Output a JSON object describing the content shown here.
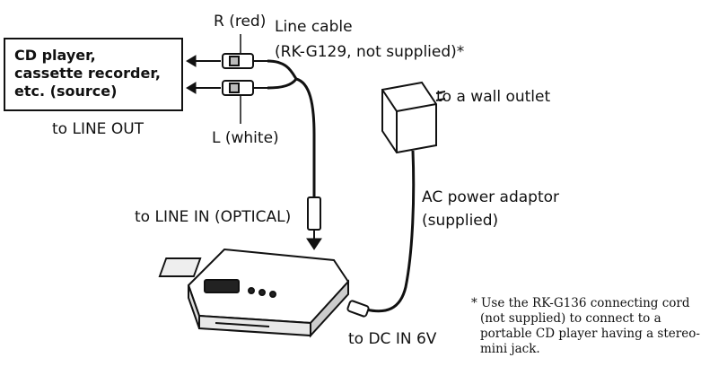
{
  "source_box": {
    "lines": [
      "CD player,",
      "cassette recorder,",
      "etc. (source)"
    ]
  },
  "labels": {
    "line_out": "to LINE OUT",
    "plug_red": "R (red)",
    "plug_white": "L (white)",
    "line_cable_title": "Line cable",
    "line_cable_model": "(RK-G129, not supplied)*",
    "wall_outlet": "to a wall outlet",
    "ac_adaptor_name": "AC power adaptor",
    "ac_adaptor_supplied": "(supplied)",
    "line_in": "to LINE IN (OPTICAL)",
    "dc_in": "to DC IN 6V"
  },
  "footnote": {
    "lines": [
      "* Use the RK-G136 connecting cord",
      "(not supplied) to connect to a",
      "portable CD player having a stereo-",
      "mini jack."
    ]
  }
}
